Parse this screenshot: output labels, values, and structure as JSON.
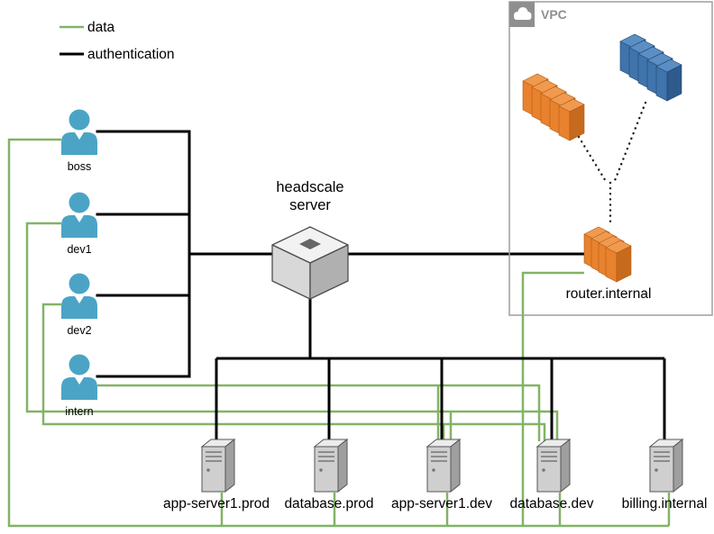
{
  "legend": {
    "data_label": "data",
    "auth_label": "authentication"
  },
  "users": [
    {
      "label": "boss"
    },
    {
      "label": "dev1"
    },
    {
      "label": "dev2"
    },
    {
      "label": "intern"
    }
  ],
  "headscale": {
    "label_line1": "headscale",
    "label_line2": "server"
  },
  "vpc": {
    "label": "VPC",
    "router_label": "router.internal"
  },
  "servers": [
    {
      "label": "app-server1.prod"
    },
    {
      "label": "database.prod"
    },
    {
      "label": "app-server1.dev"
    },
    {
      "label": "database.dev"
    },
    {
      "label": "billing.internal"
    }
  ],
  "colors": {
    "data_line": "#82B366",
    "auth_line": "#000000",
    "user_icon": "#4BA4C6",
    "server_gray": "#CFCFCF",
    "instance_orange": "#E8822E",
    "instance_blue": "#3F74AC",
    "vpc_border": "#9E9E9E"
  },
  "icons": {
    "vpc_tab": "cloud-icon",
    "user": "person-icon",
    "headscale": "cube-icon",
    "instance_group": "instance-stack-icon",
    "server": "tower-server-icon"
  }
}
